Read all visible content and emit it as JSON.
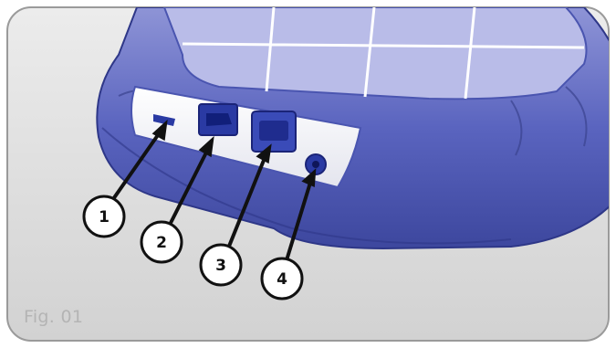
{
  "figure": {
    "label": "Fig. 01"
  },
  "callouts": [
    {
      "number": "1",
      "target": "mini-usb-port"
    },
    {
      "number": "2",
      "target": "firewire-400-port"
    },
    {
      "number": "3",
      "target": "firewire-800-port"
    },
    {
      "number": "4",
      "target": "power-jack"
    }
  ],
  "colors": {
    "panel": "#dcdcdc",
    "panel_border": "#9a9a9a",
    "bumper": "#4a55b0",
    "bumper_light": "#8e94d6",
    "top_surface": "#b9bce8",
    "port_blue": "#2a3aa3",
    "port_plate": "#f3f3f6"
  }
}
